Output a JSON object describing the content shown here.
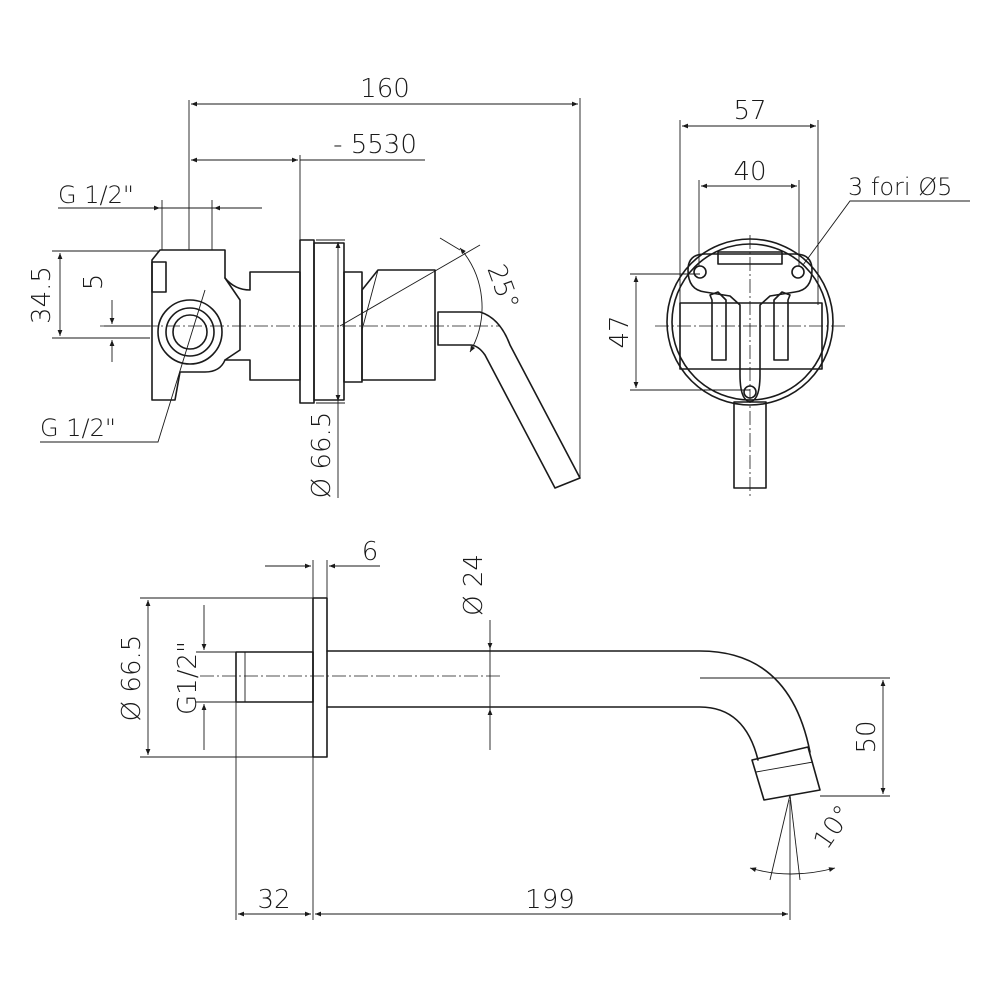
{
  "labels": {
    "d160": "160",
    "d5530": "- 5530",
    "thread_top": "G  1/2\"",
    "d34_5": "34.5",
    "d5": "5",
    "thread_bottom": "G  1/2\"",
    "d66_5_top": "Ø 66.5",
    "angle25": "25°",
    "d57": "57",
    "d40": "40",
    "holes": "3  fori  Ø5",
    "d47": "47",
    "d6": "6",
    "d24": "Ø 24",
    "d66_5_bottom": "Ø 66.5",
    "g12": "G1/2\"",
    "d50": "50",
    "angle10": "10°",
    "d32": "32",
    "d199": "199"
  }
}
